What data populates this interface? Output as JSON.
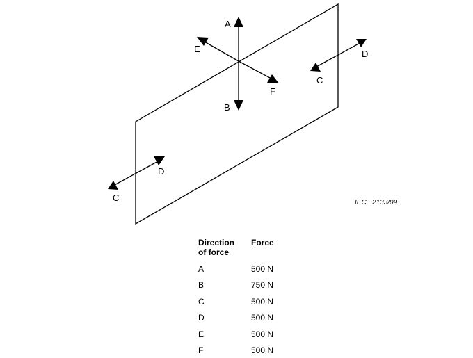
{
  "figure": {
    "labels": {
      "A": "A",
      "B": "B",
      "C": "C",
      "D": "D",
      "E": "E",
      "F": "F"
    },
    "reference": "IEC   2133/09"
  },
  "table": {
    "header_direction_line1": "Direction",
    "header_direction_line2": "of force",
    "header_force": "Force",
    "rows": [
      {
        "direction": "A",
        "force": "500 N"
      },
      {
        "direction": "B",
        "force": "750 N"
      },
      {
        "direction": "C",
        "force": "500 N"
      },
      {
        "direction": "D",
        "force": "500 N"
      },
      {
        "direction": "E",
        "force": "500 N"
      },
      {
        "direction": "F",
        "force": "500 N"
      }
    ]
  }
}
